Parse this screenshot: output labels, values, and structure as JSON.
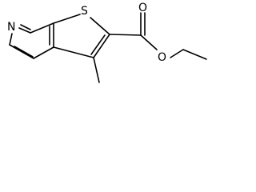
{
  "molecule": {
    "atoms": {
      "nitrogen": "N",
      "sulfur": "S",
      "carbonyl_oxygen": "O",
      "ester_oxygen": "O"
    }
  }
}
